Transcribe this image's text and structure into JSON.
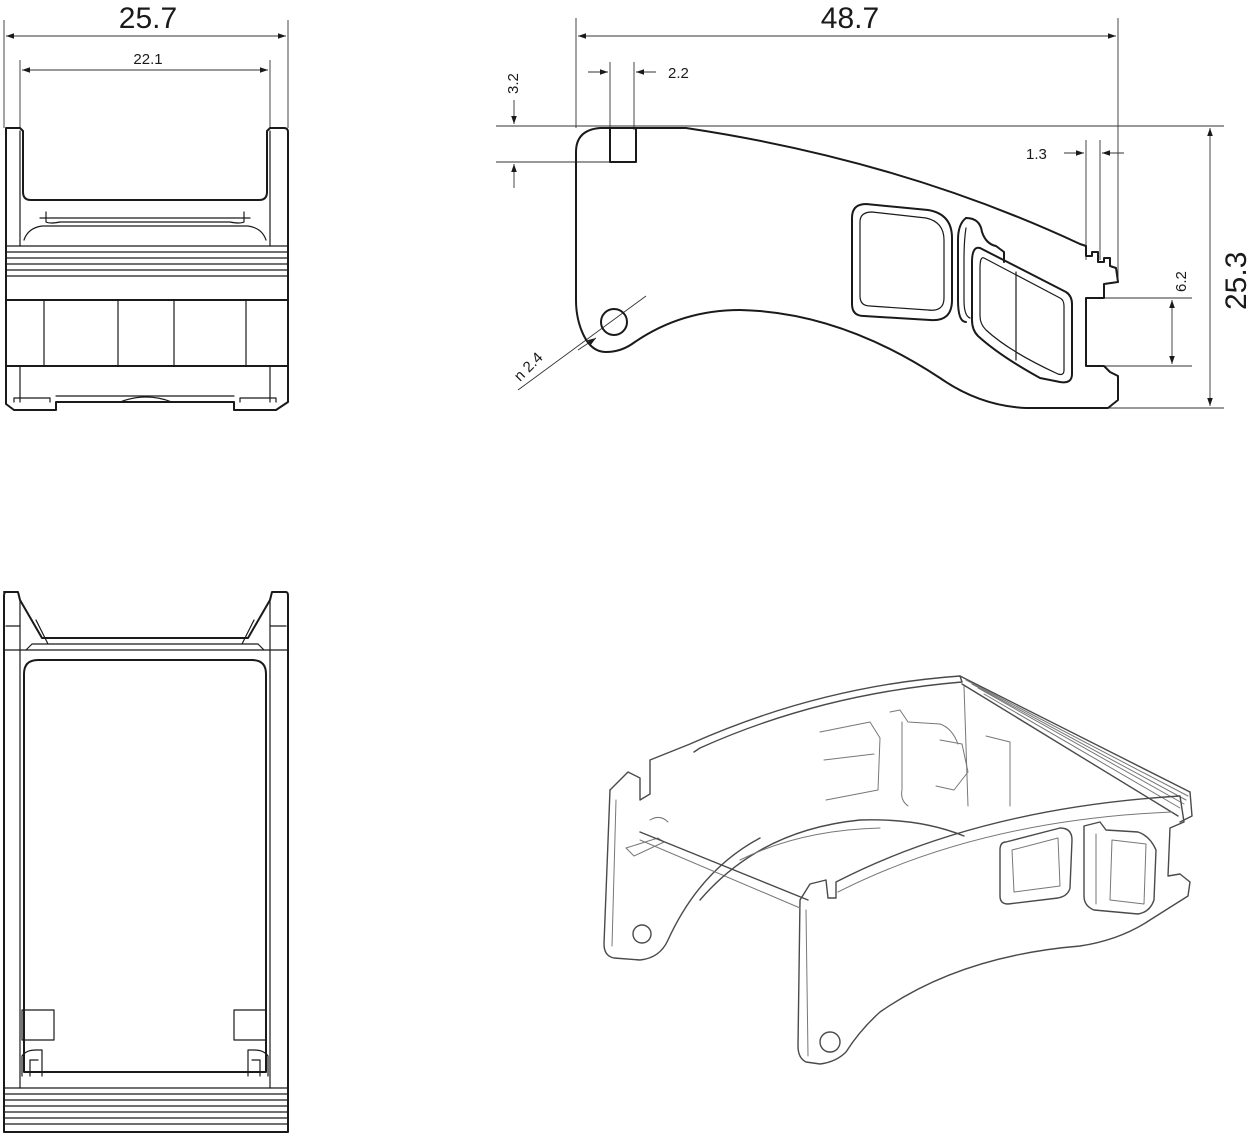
{
  "dimensions": {
    "front_overall_width": "25.7",
    "front_inner_width": "22.1",
    "side_overall_length": "48.7",
    "slot_width": "2.2",
    "slot_depth": "3.2",
    "tooth_pitch": "1.3",
    "height": "25.3",
    "end_slot_height": "6.2",
    "hole_diameter": "n 2.4"
  },
  "colors": {
    "line": "#1a1a1a",
    "iso_line": "#4a4a4a",
    "background": "#ffffff"
  }
}
